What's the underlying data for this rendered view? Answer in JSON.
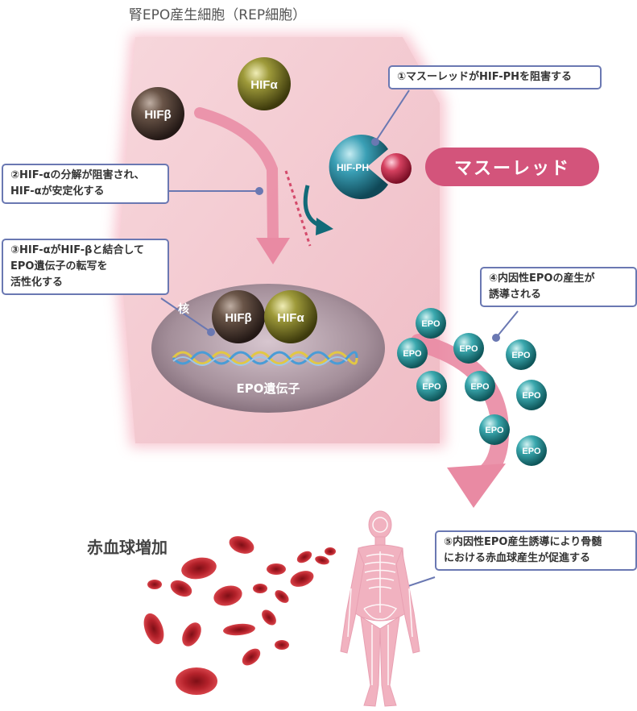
{
  "title": "腎EPO産生細胞（REP細胞）",
  "drug_name": "マスーレッド",
  "steps": [
    {
      "text": "①マスーレッドがHIF-PHを阻害する"
    },
    {
      "text": "②HIF-αの分解が阻害され、\nHIF-αが安定化する"
    },
    {
      "text": "③HIF-αがHIF-βと結合して\nEPO遺伝子の転写を\n活性化する"
    },
    {
      "text": "④内因性EPOの産生が\n誘導される"
    },
    {
      "text": "⑤内因性EPO産生誘導により骨髄\nにおける赤血球産生が促進する"
    }
  ],
  "labels": {
    "hif_alpha": "HIFα",
    "hif_beta": "HIFβ",
    "hif_ph": "HIF-PH",
    "nucleus": "核",
    "epo_gene": "EPO遺伝子",
    "epo": "EPO",
    "rbc_increase": "赤血球増加"
  },
  "colors": {
    "cell": "#f2c3cb",
    "drug_pill": "#d3547b",
    "callout_border": "#6a78b2",
    "hif_beta": "#4a3a33",
    "hif_alpha": "#6e6a1e",
    "hif_ph": "#2a8aa0",
    "epo": "#2d8f96",
    "arrow": "#e07f9a",
    "blood_cell": "#c0252e"
  }
}
